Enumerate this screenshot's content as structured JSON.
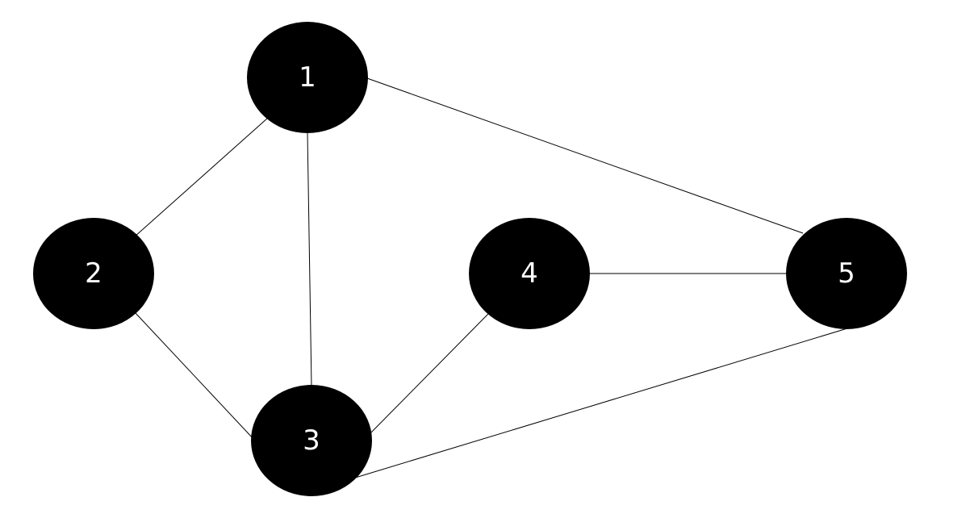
{
  "graph": {
    "nodes": [
      {
        "id": "1",
        "label": "1"
      },
      {
        "id": "2",
        "label": "2"
      },
      {
        "id": "3",
        "label": "3"
      },
      {
        "id": "4",
        "label": "4"
      },
      {
        "id": "5",
        "label": "5"
      }
    ],
    "edges": [
      {
        "from": "1",
        "to": "2"
      },
      {
        "from": "1",
        "to": "3"
      },
      {
        "from": "1",
        "to": "5"
      },
      {
        "from": "2",
        "to": "3"
      },
      {
        "from": "3",
        "to": "4"
      },
      {
        "from": "4",
        "to": "5"
      },
      {
        "from": "3",
        "to": "5"
      }
    ],
    "colors": {
      "node_fill": "#000000",
      "label_text": "#ffffff",
      "edge_stroke": "#000000",
      "background": "#ffffff"
    }
  }
}
